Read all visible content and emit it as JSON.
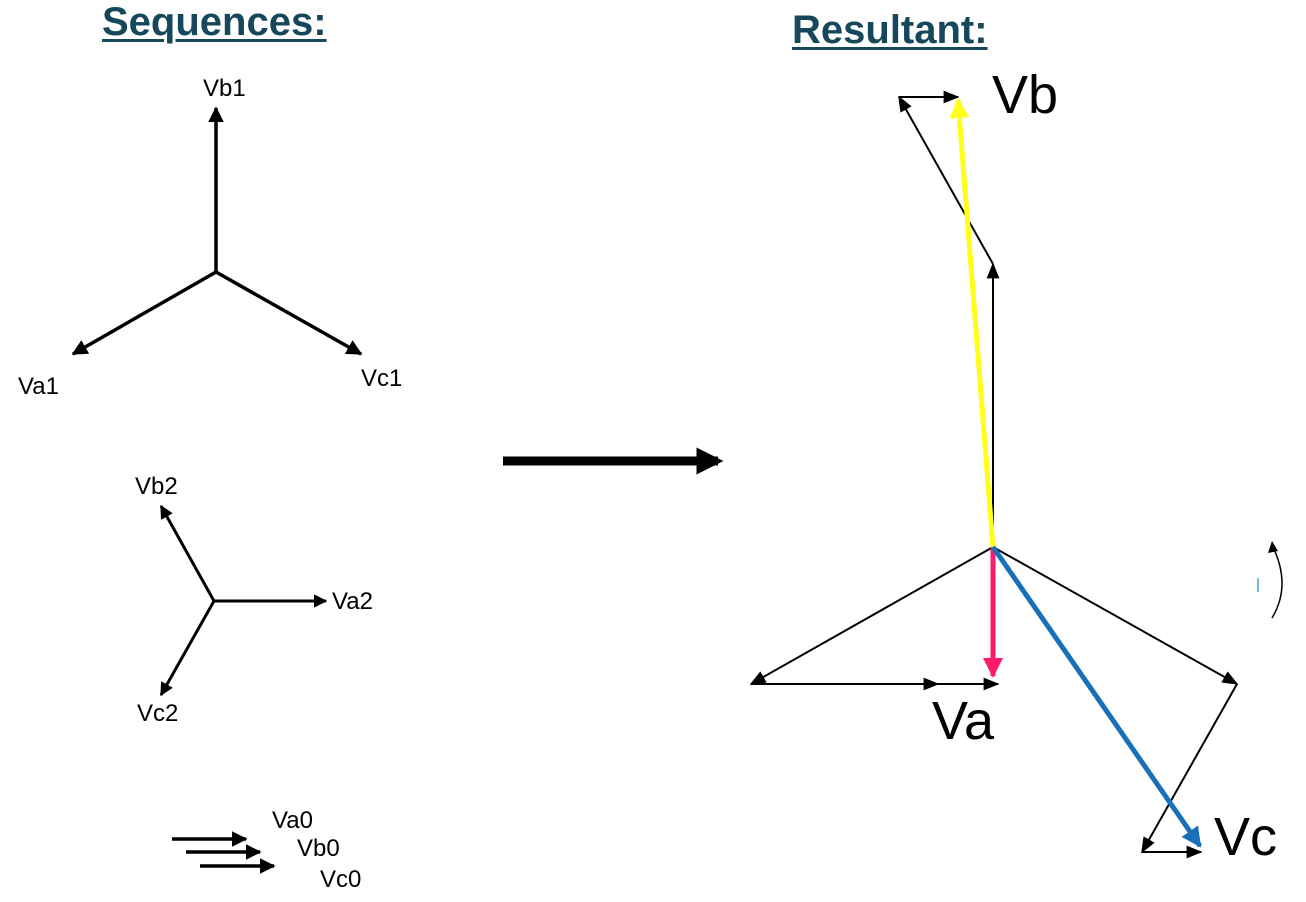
{
  "headings": {
    "sequences": "Sequences:",
    "resultant": "Resultant:"
  },
  "positive_sequence": {
    "a": "Va1",
    "b": "Vb1",
    "c": "Vc1"
  },
  "negative_sequence": {
    "a": "Va2",
    "b": "Vb2",
    "c": "Vc2"
  },
  "zero_sequence": {
    "a": "Va0",
    "b": "Vb0",
    "c": "Vc0"
  },
  "resultant": {
    "a": "Va",
    "b": "Vb",
    "c": "Vc"
  },
  "colors": {
    "heading": "#17475a",
    "va": "#ff1a6e",
    "vb": "#ffff1a",
    "vc": "#1870b8",
    "line": "#000000"
  }
}
